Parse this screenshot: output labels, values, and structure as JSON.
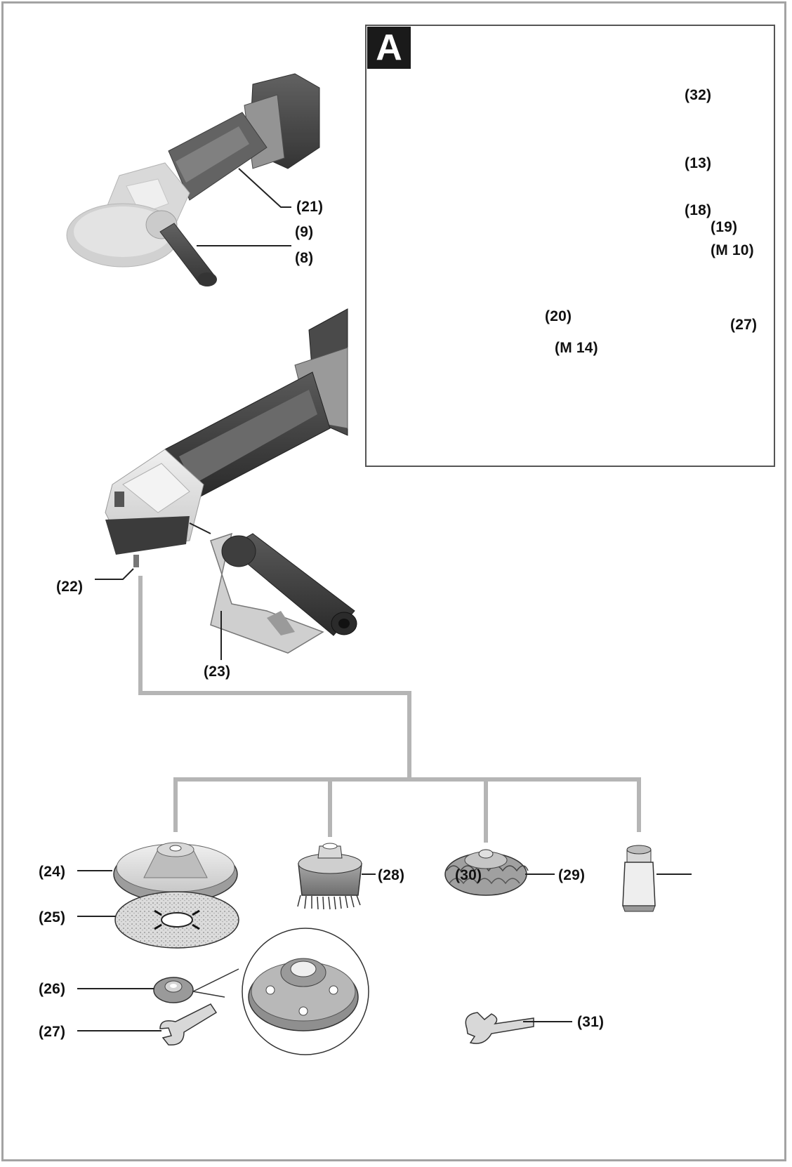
{
  "section": {
    "badge": "A"
  },
  "labels": {
    "p32": "(32)",
    "p13": "(13)",
    "p18": "(18)",
    "p19": "(19)",
    "m10": "(M 10)",
    "p27a": "(27)",
    "p20": "(20)",
    "m14": "(M 14)",
    "p21": "(21)",
    "p9": "(9)",
    "p8": "(8)",
    "p22": "(22)",
    "p23": "(23)",
    "p24": "(24)",
    "p25": "(25)",
    "p26": "(26)",
    "p27b": "(27)",
    "p28": "(28)",
    "p30": "(30)",
    "p29": "(29)",
    "p31": "(31)"
  },
  "colors": {
    "connector": "#b5b5b5",
    "leader": "#222222",
    "tool_body": "#8a8a8a",
    "tool_dark": "#3a3a3a",
    "frame": "#555555"
  }
}
